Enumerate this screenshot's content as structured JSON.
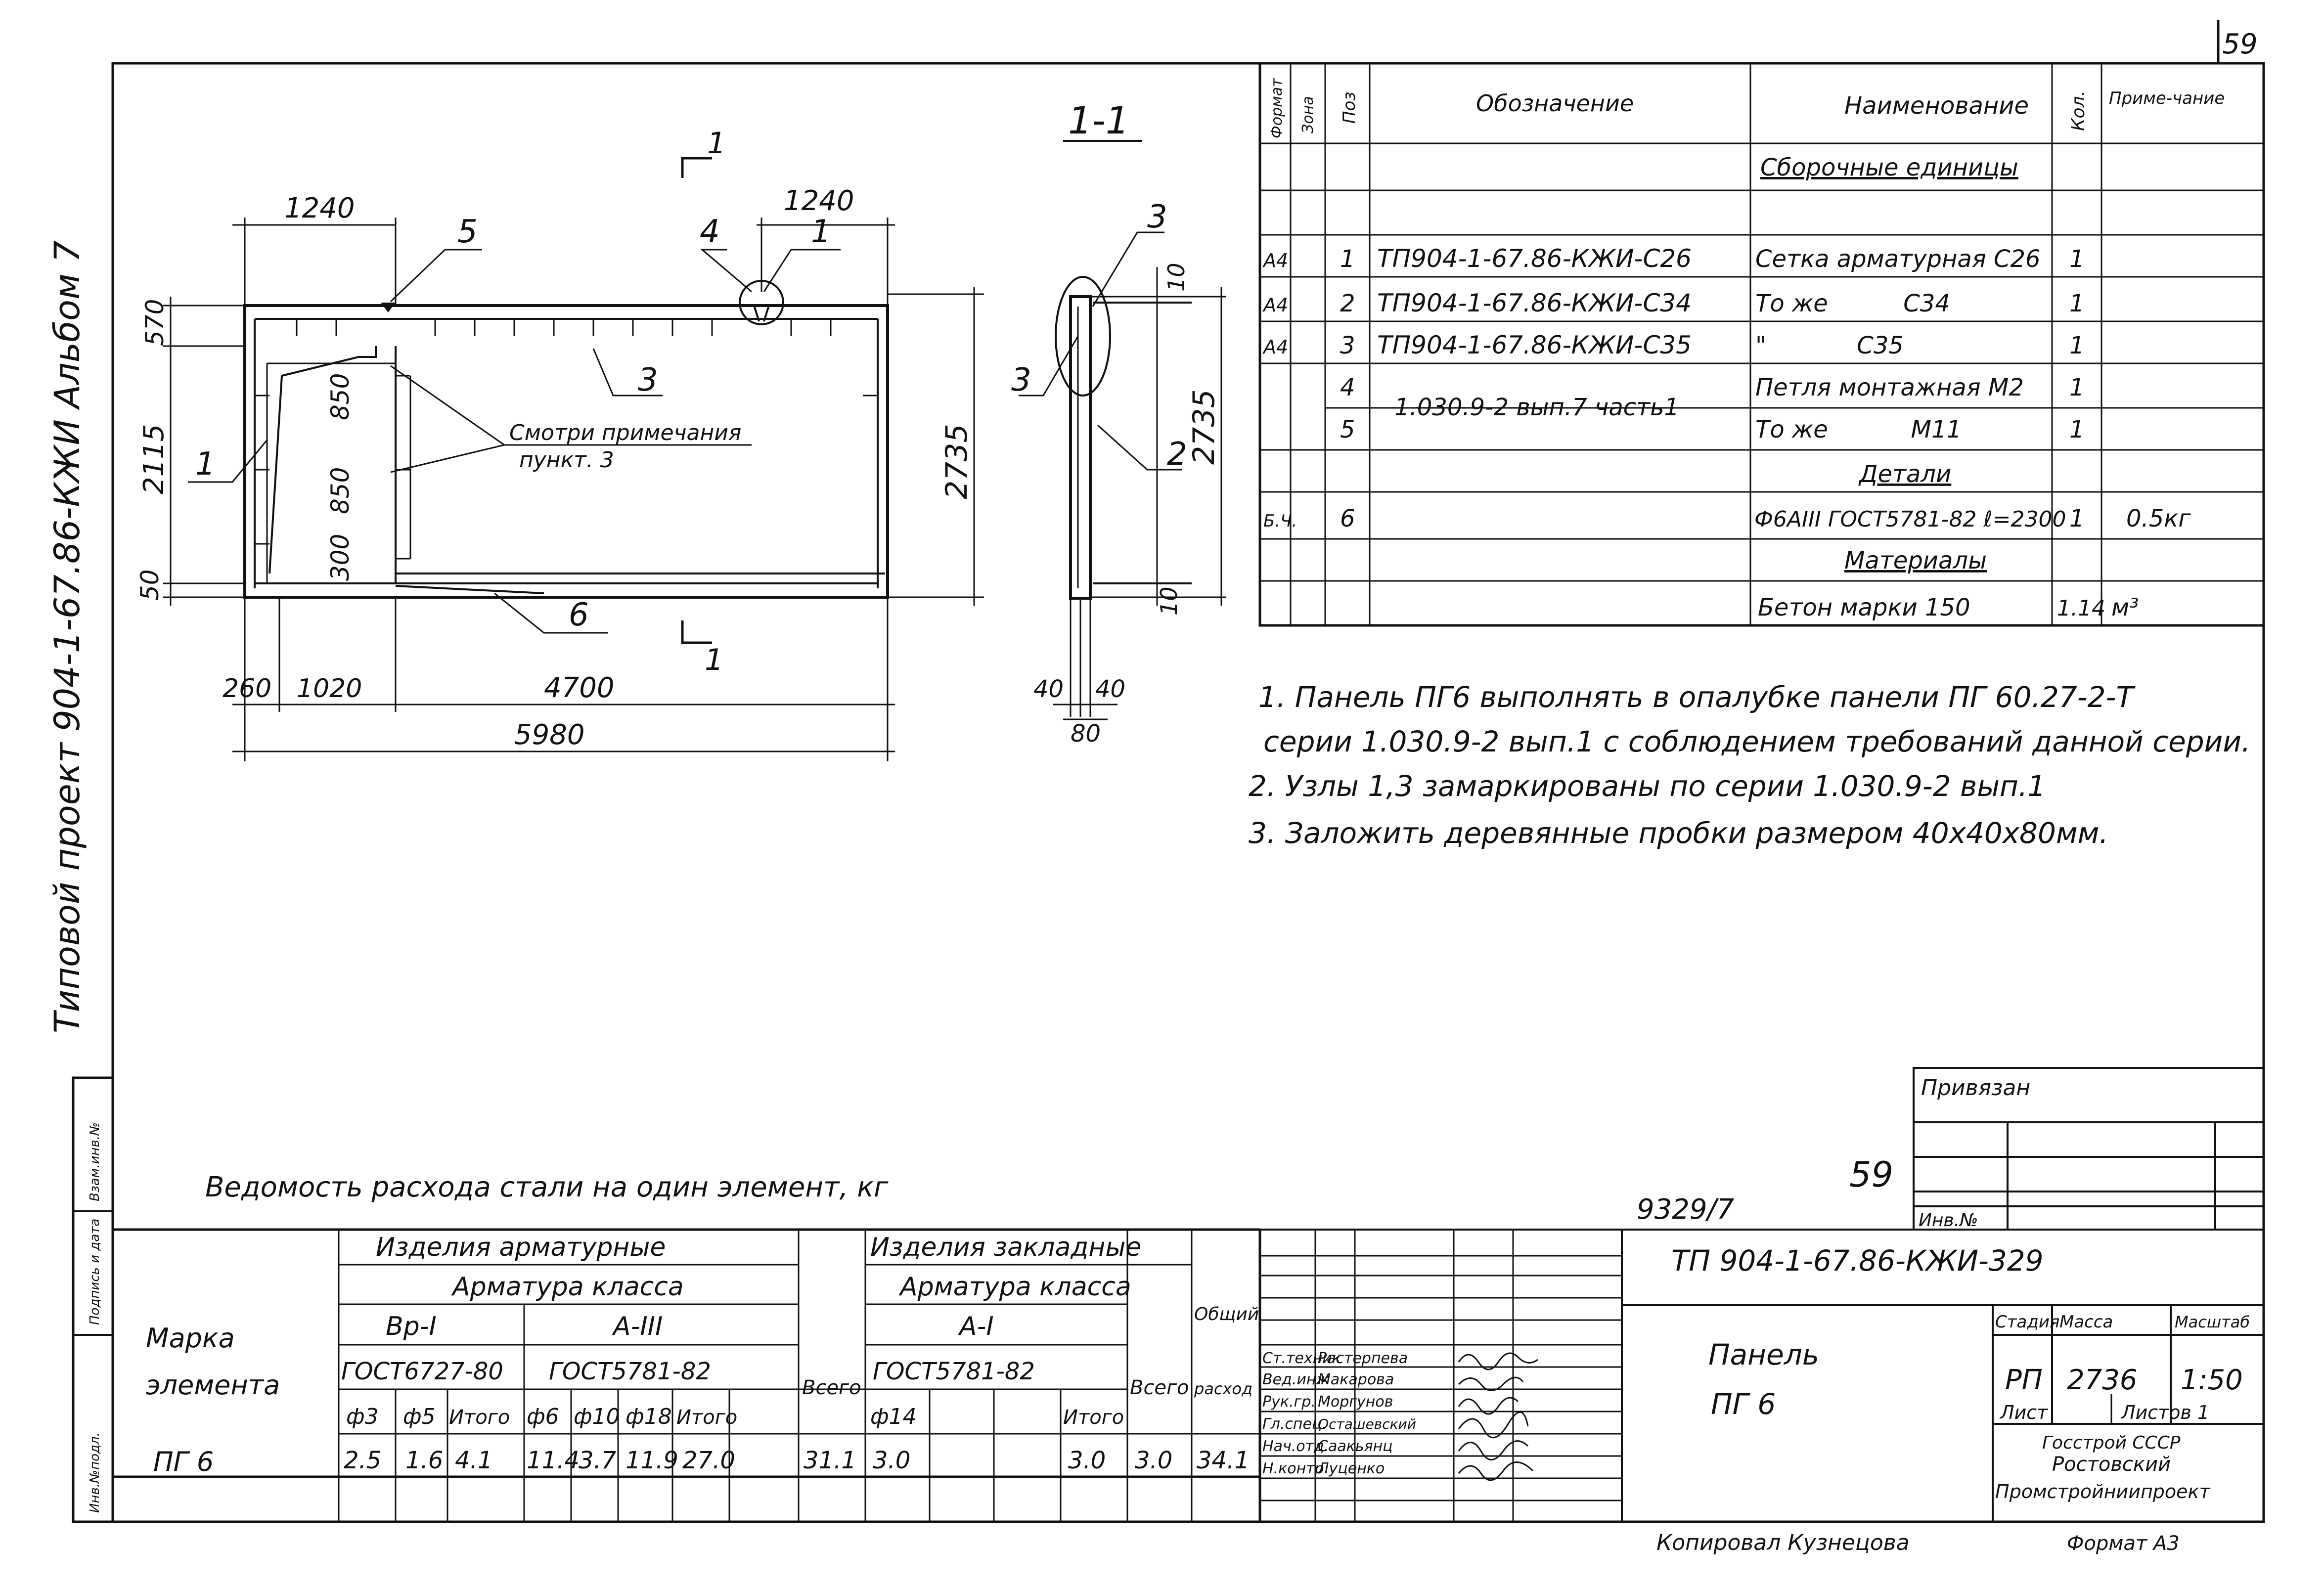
{
  "page_number": "59",
  "side_caption": "Типовой проект 904-1-67.86-КЖИ Альбом 7",
  "left_stamp": [
    "Инв.№подл.",
    "Подпись и дата",
    "Взам.инв.№"
  ],
  "drawing": {
    "section_label": "1-1",
    "section_mark": "1",
    "dims": {
      "top_left": "1240",
      "top_right": "1240",
      "left_570": "570",
      "left_2115": "2115",
      "left_50": "50",
      "right_2735": "2735",
      "inner_850a": "850",
      "inner_850b": "850",
      "inner_300": "300",
      "bottom_260": "260",
      "bottom_1020": "1020",
      "bottom_4700": "4700",
      "bottom_5980": "5980",
      "sec_10_top": "10",
      "sec_10_bot": "10",
      "sec_2735": "2735",
      "sec_40a": "40",
      "sec_40b": "40",
      "sec_80": "80"
    },
    "callouts": [
      "1",
      "2",
      "3",
      "4",
      "5",
      "6"
    ],
    "note_ref": [
      "Смотри примечания",
      "пункт. 3"
    ]
  },
  "spec": {
    "headers": [
      "Формат",
      "Зона",
      "Поз",
      "Обозначение",
      "Наименование",
      "Кол.",
      "Приме-чание"
    ],
    "sections": {
      "assembly": "Сборочные единицы",
      "details": "Детали",
      "materials": "Материалы"
    },
    "rows": [
      {
        "format": "А4",
        "pos": "1",
        "designation": "ТП904-1-67.86-КЖИ-С26",
        "name": "Сетка арматурная С26",
        "qty": "1",
        "note": ""
      },
      {
        "format": "А4",
        "pos": "2",
        "designation": "ТП904-1-67.86-КЖИ-С34",
        "name": "То же          С34",
        "qty": "1",
        "note": ""
      },
      {
        "format": "А4",
        "pos": "3",
        "designation": "ТП904-1-67.86-КЖИ-С35",
        "name": "\"            С35",
        "qty": "1",
        "note": ""
      },
      {
        "format": "",
        "pos": "4",
        "designation": "1.030.9-2 вып.7 часть1",
        "name": "Петля монтажная  М2",
        "qty": "1",
        "note": ""
      },
      {
        "format": "",
        "pos": "5",
        "designation": "",
        "name": "То же           М11",
        "qty": "1",
        "note": ""
      },
      {
        "format": "Б.Ч.",
        "pos": "6",
        "designation": "",
        "name": "Ф6АIII ГОСТ5781-82 ℓ=2300",
        "qty": "1",
        "note": "0.5кг"
      },
      {
        "format": "",
        "pos": "",
        "designation": "",
        "name": "Бетон марки 150",
        "qty": "1.14",
        "note": "м³"
      }
    ]
  },
  "notes": [
    "1. Панель ПГ6 выполнять в опалубке панели ПГ 60.27-2-Т",
    "серии 1.030.9-2 вып.1 с соблюдением требований данной серии.",
    "2. Узлы 1,3 замаркированы по серии 1.030.9-2 вып.1",
    "3. Заложить деревянные пробки размером 40х40х80мм."
  ],
  "steel": {
    "title": "Ведомость расхода стали на один элемент, кг",
    "h_products_rebar": "Изделия арматурные",
    "h_products_embed": "Изделия закладные",
    "h_class_rebar": "Арматура класса",
    "h_class_embed": "Арматура класса",
    "h_mark": [
      "Марка",
      "элемента"
    ],
    "h_total": "Всего",
    "h_total_use": [
      "Общий",
      "расход"
    ],
    "classes": [
      "Вр-I",
      "А-III",
      "А-I"
    ],
    "gosts": [
      "ГОСТ6727-80",
      "ГОСТ5781-82",
      "ГОСТ5781-82"
    ],
    "cols": [
      "ф3",
      "ф5",
      "Итого",
      "ф6",
      "ф10",
      "ф18",
      "Итого",
      "ф14",
      "Итого"
    ],
    "row": {
      "mark": "ПГ 6",
      "values": [
        "2.5",
        "1.6",
        "4.1",
        "11.4",
        "3.7",
        "11.9",
        "27.0",
        "31.1",
        "3.0",
        "3.0",
        "3.0",
        "34.1"
      ]
    }
  },
  "title_block": {
    "bound_label": "Привязан",
    "inv_label": "Инв.№",
    "archive_no": "9329/7",
    "sheet_num_big": "59",
    "code": "ТП 904-1-67.86-КЖИ-329",
    "item_name": [
      "Панель",
      "ПГ 6"
    ],
    "stage_label": "Стадия",
    "mass_label": "Масса",
    "scale_label": "Масштаб",
    "stage": "РП",
    "mass": "2736",
    "scale": "1:50",
    "sheet_label": "Лист",
    "sheets_label": "Листов 1",
    "org": [
      "Госстрой СССР",
      "Ростовский",
      "Промстройниипроект"
    ],
    "staff": [
      {
        "role": "Ст.техник",
        "name": "Растерпева"
      },
      {
        "role": "Вед.инж",
        "name": "Макарова"
      },
      {
        "role": "Рук.гр.",
        "name": "Моргунов"
      },
      {
        "role": "Гл.спец.",
        "name": "Осташевский"
      },
      {
        "role": "Нач.отд.",
        "name": "Саакьянц"
      },
      {
        "role": "Н.контр.",
        "name": "Луценко"
      }
    ],
    "copied": "Копировал Кузнецова",
    "format": "Формат А3"
  }
}
